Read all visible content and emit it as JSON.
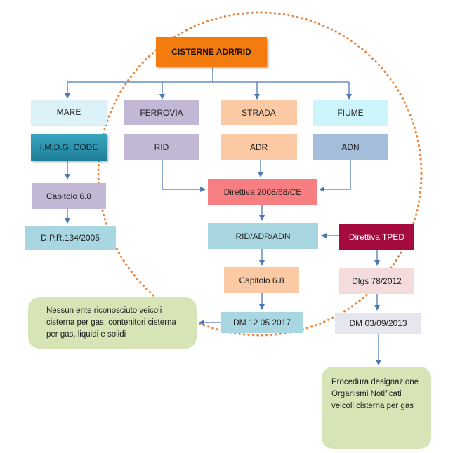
{
  "root": {
    "label": "CISTERNE ADR/RID"
  },
  "modes": [
    {
      "label": "MARE",
      "regulation": "I.M.D.G. CODE"
    },
    {
      "label": "FERROVIA",
      "regulation": "RID"
    },
    {
      "label": "STRADA",
      "regulation": "ADR"
    },
    {
      "label": "FIUME",
      "regulation": "ADN"
    }
  ],
  "sea_chain": {
    "chapter": "Capitolo 6.8",
    "decree": "D.P.R.134/2005"
  },
  "directive": {
    "label": "Direttiva 2008/68/CE"
  },
  "combined": {
    "label": "RID/ADR/ADN"
  },
  "tped": {
    "label": "Direttiva TPED"
  },
  "chapter": {
    "label": "Capitolo 6.8"
  },
  "dlgs": {
    "label": "Dlgs 78/2012"
  },
  "dm_2017": {
    "label": "DM 12 05 2017"
  },
  "dm_2013": {
    "label": "DM 03/09/2013"
  },
  "note_left": {
    "text": "Nessun ente riconosciuto veicoli cisterna per gas, contenitori cisterna per gas, liquidi e solidi"
  },
  "note_right": {
    "text": "Procedura designazione Organismi Notificati veicoli cisterna per gas"
  },
  "colors": {
    "root": "#f47c0e",
    "mare": "#dcf1f8",
    "imdg": "#2e98b1",
    "ferrovia": "#c3b7d6",
    "strada": "#fbcaa5",
    "fiume": "#ccf5fb",
    "adn": "#a4bddb",
    "directive": "#f77f82",
    "combined": "#a8d7e1",
    "tped": "#a50b3f",
    "dlgs": "#f3dcdb",
    "dm2013": "#e6e6ee",
    "note": "#d6e4b6",
    "connector": "#4a78b5",
    "circle": "#e8843a"
  }
}
